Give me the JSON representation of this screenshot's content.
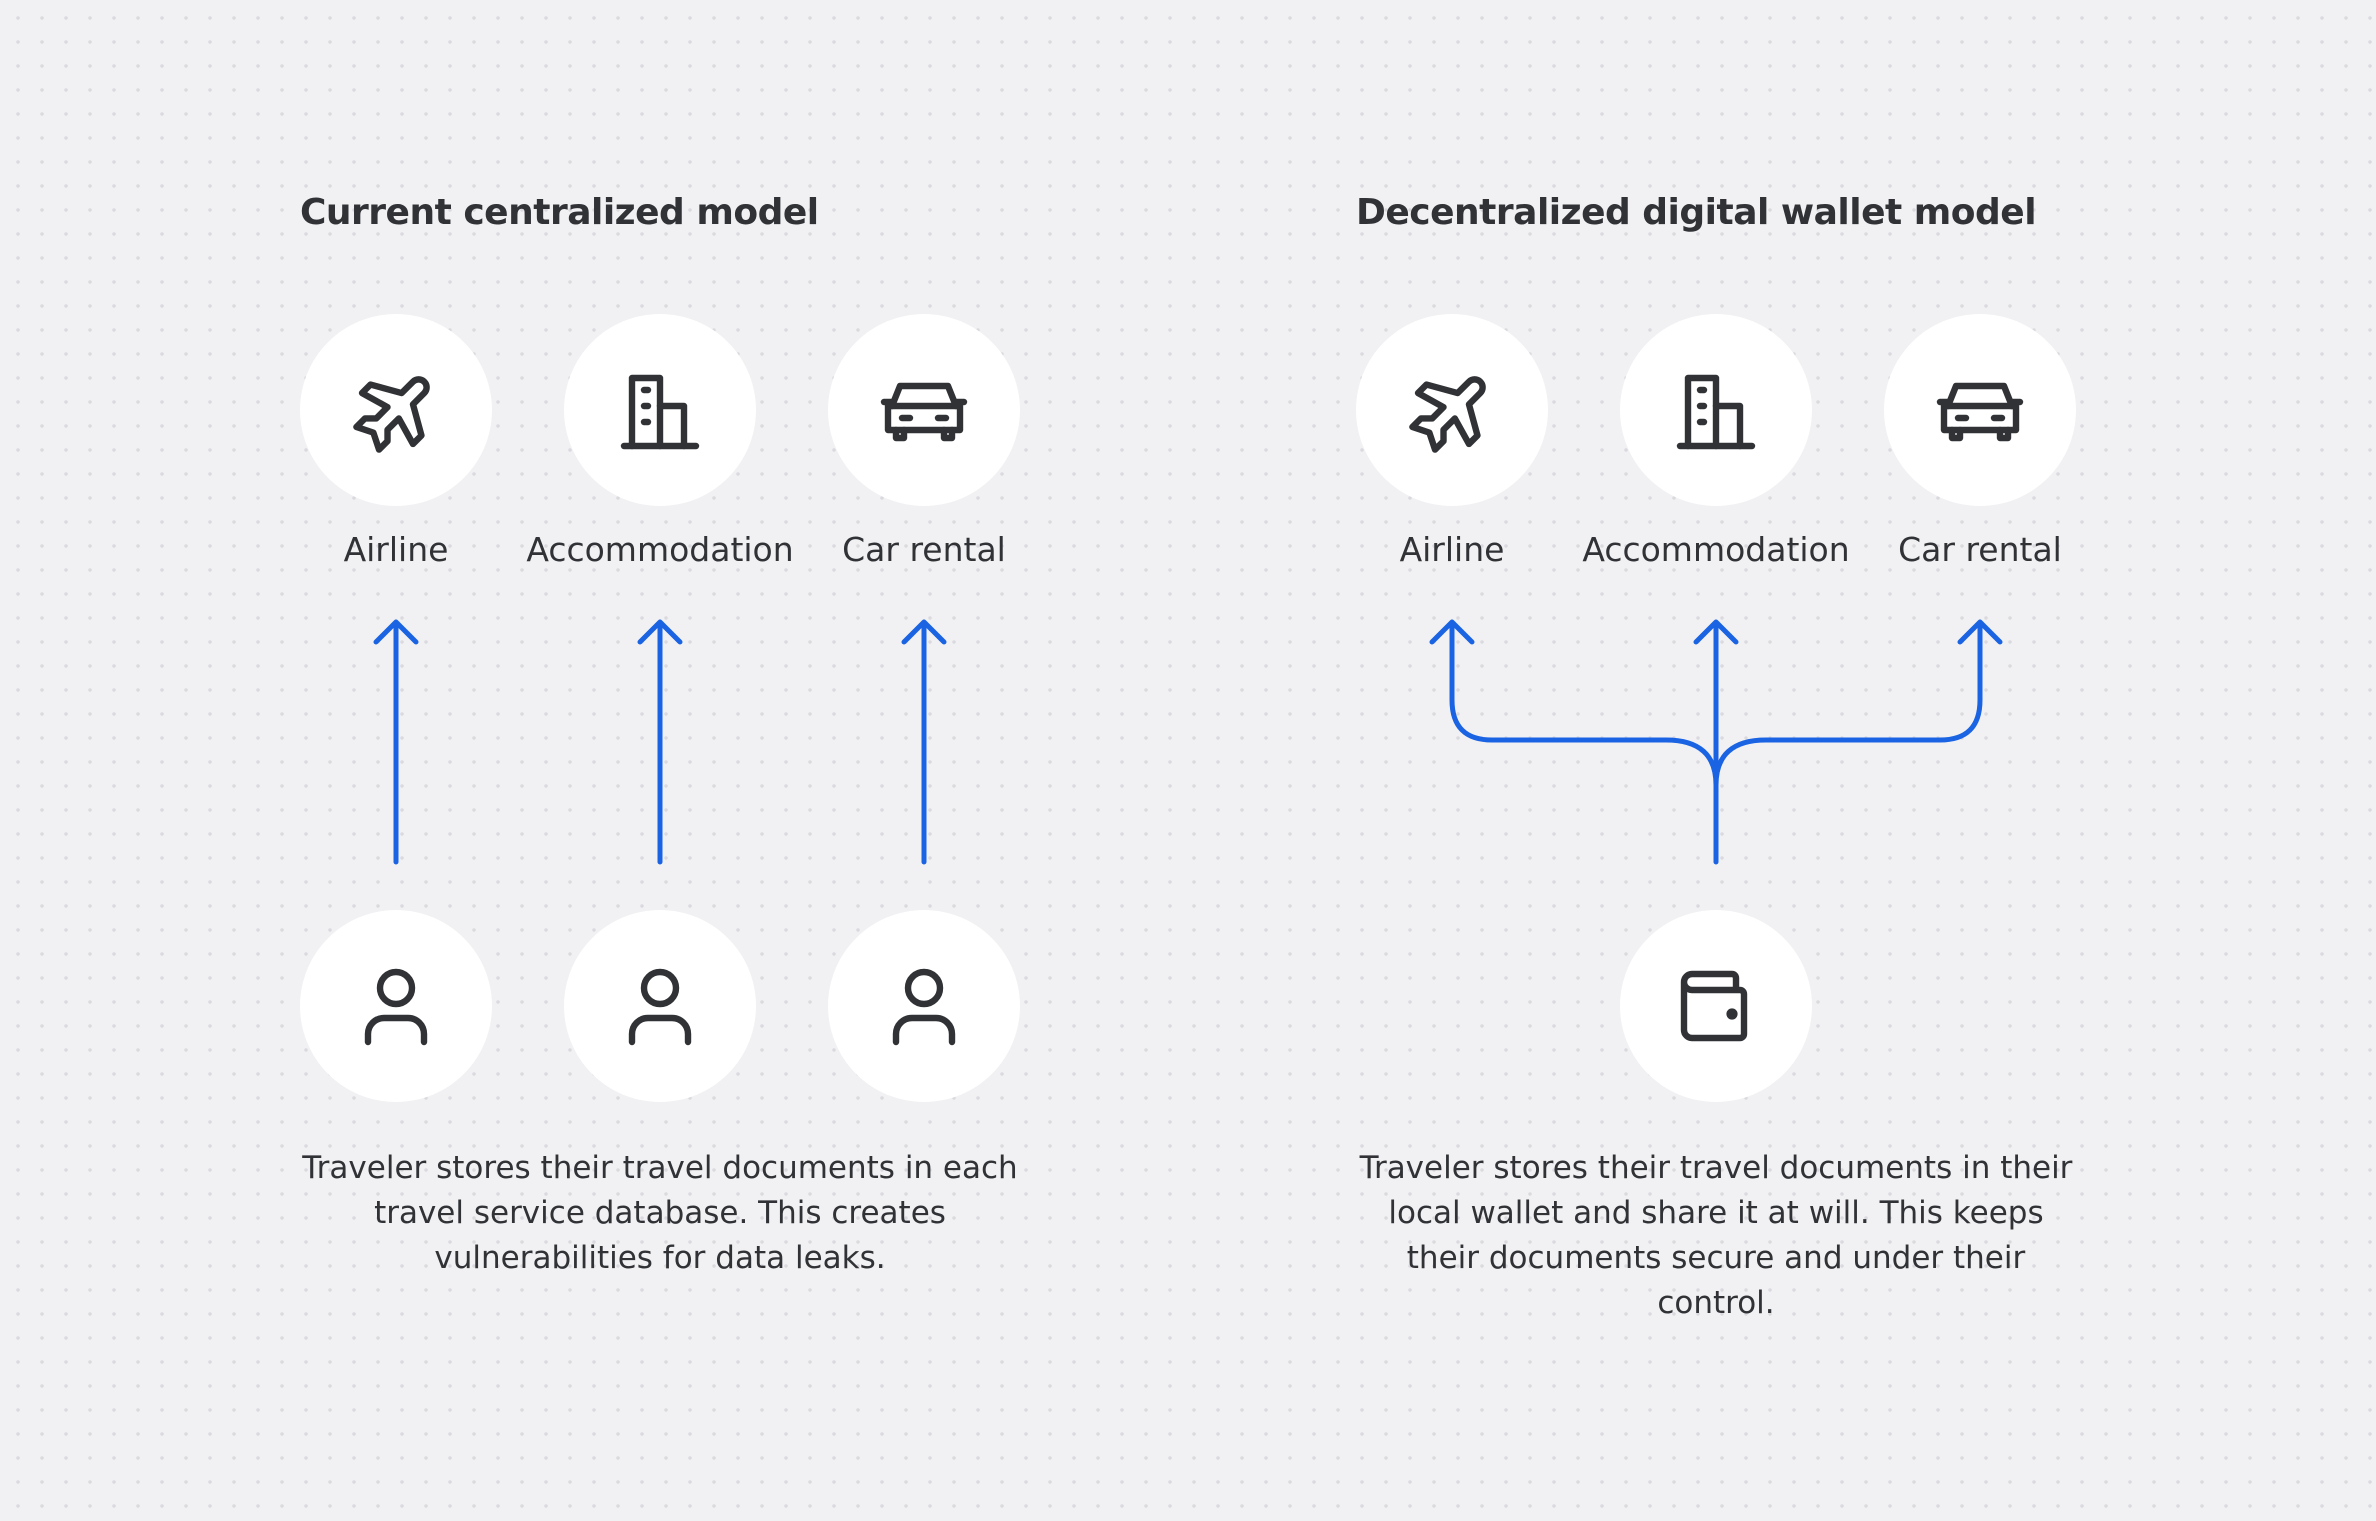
{
  "left": {
    "title": "Current centralized model",
    "services": [
      {
        "label": "Airline",
        "icon": "airplane-icon"
      },
      {
        "label": "Accommodation",
        "icon": "building-icon"
      },
      {
        "label": "Car rental",
        "icon": "car-icon"
      }
    ],
    "sources": [
      {
        "icon": "user-icon"
      },
      {
        "icon": "user-icon"
      },
      {
        "icon": "user-icon"
      }
    ],
    "description": "Traveler stores their travel documents in each travel service database. This creates vulnerabilities for data leaks."
  },
  "right": {
    "title": "Decentralized digital wallet model",
    "services": [
      {
        "label": "Airline",
        "icon": "airplane-icon"
      },
      {
        "label": "Accommodation",
        "icon": "building-icon"
      },
      {
        "label": "Car rental",
        "icon": "car-icon"
      }
    ],
    "source": {
      "icon": "wallet-icon"
    },
    "description": "Traveler stores their travel documents in their local wallet and share it at will. This keeps their documents secure and under their control."
  },
  "colors": {
    "arrow": "#1a63e3",
    "icon_stroke": "#303236",
    "circle_fill": "#ffffff",
    "background": "#f1f1f3"
  }
}
